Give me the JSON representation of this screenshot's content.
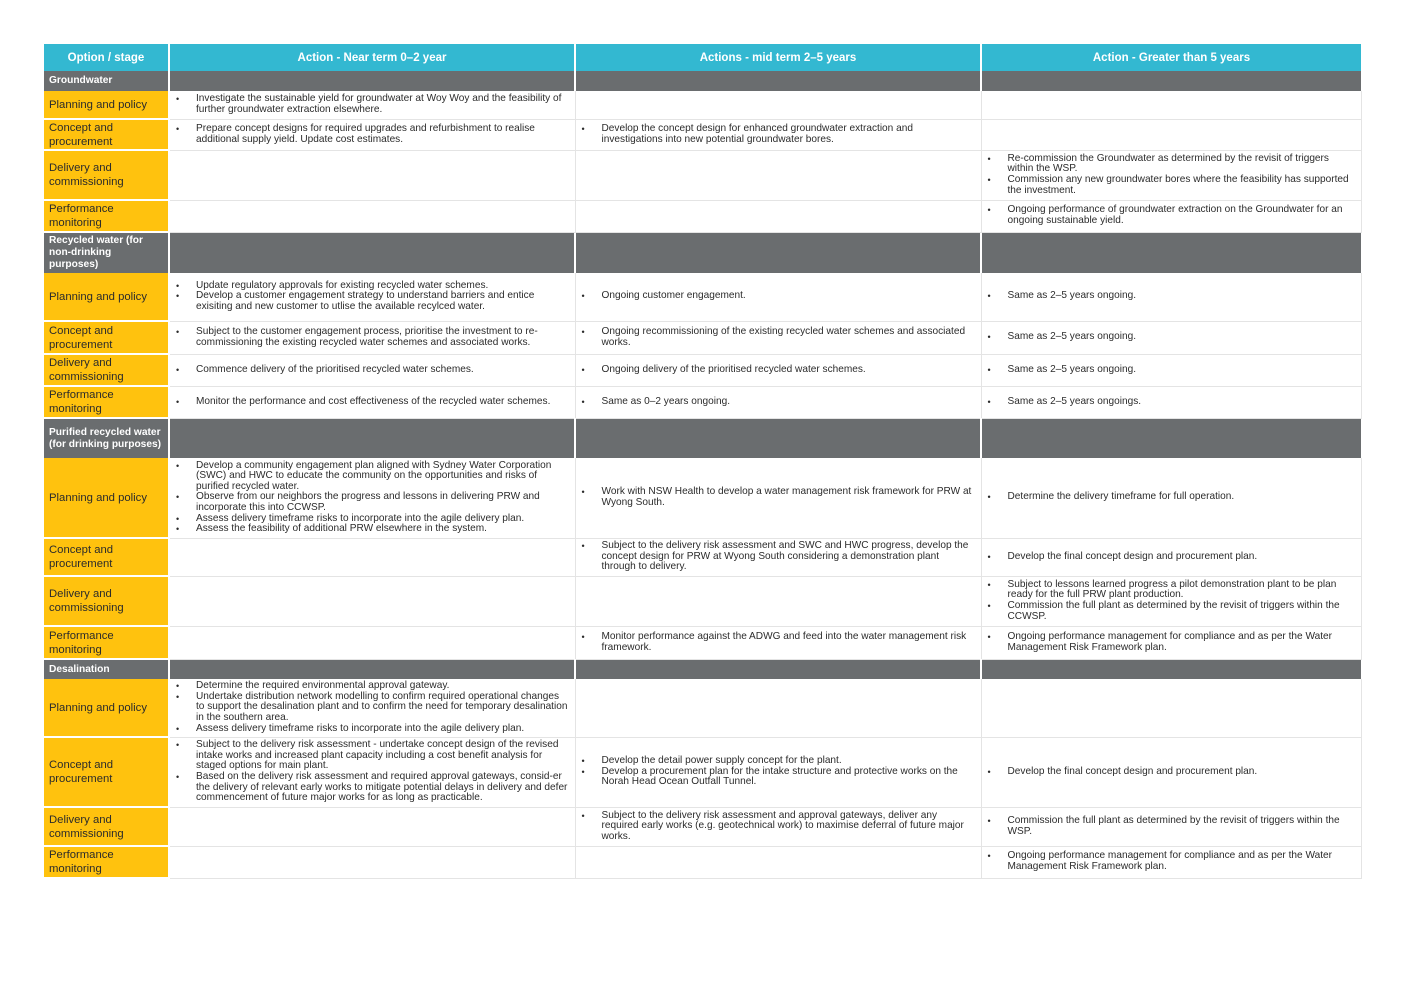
{
  "colors": {
    "header_bg": "#33b8d1",
    "section_bg": "#6a6d6f",
    "stage_bg": "#ffc20e"
  },
  "header": {
    "col0": "Option / stage",
    "col1": "Action - Near term 0–2 year",
    "col2": "Actions - mid term 2–5 years",
    "col3": "Action - Greater than 5 years"
  },
  "sections": [
    {
      "title": "Groundwater",
      "rows": [
        {
          "stage": "Planning and policy",
          "near": [
            "Investigate the sustainable yield for groundwater at Woy Woy and the feasibility of further groundwater extraction elsewhere."
          ],
          "mid": [],
          "long": []
        },
        {
          "stage": "Concept and procurement",
          "near": [
            "Prepare concept designs for required upgrades and refurbishment to realise additional supply yield. Update cost estimates."
          ],
          "mid": [
            "Develop the concept design for enhanced groundwater extraction and investigations into new potential groundwater bores."
          ],
          "long": []
        },
        {
          "stage": "Delivery and commissioning",
          "near": [],
          "mid": [],
          "long": [
            "Re-commission the Groundwater as determined by the revisit of triggers within the WSP.",
            "Commission any new groundwater bores where the feasibility has supported the investment."
          ]
        },
        {
          "stage": "Performance monitoring",
          "near": [],
          "mid": [],
          "long": [
            "Ongoing performance of groundwater extraction on the Groundwater for an ongoing sustainable yield."
          ]
        }
      ]
    },
    {
      "title": "Recycled water (for non-drinking purposes)",
      "rows": [
        {
          "stage": "Planning and policy",
          "near": [
            "Update regulatory approvals for existing recycled water schemes.",
            "Develop a customer engagement strategy to understand barriers and entice exisiting and new customer to utlise the available recylced water."
          ],
          "mid": [
            "Ongoing customer engagement."
          ],
          "long": [
            "Same as 2–5 years ongoing."
          ]
        },
        {
          "stage": "Concept and procurement",
          "near": [
            "Subject to the customer engagement process, prioritise the investment to re-commissioning the existing recycled water schemes and associated works."
          ],
          "mid": [
            "Ongoing recommissioning of the existing recycled water schemes and associated works."
          ],
          "long": [
            "Same as 2–5 years ongoing."
          ]
        },
        {
          "stage": "Delivery and commissioning",
          "near": [
            "Commence delivery of the prioritised recycled water schemes."
          ],
          "mid": [
            "Ongoing delivery of the prioritised recycled water schemes."
          ],
          "long": [
            "Same as 2–5 years ongoing."
          ]
        },
        {
          "stage": "Performance monitoring",
          "near": [
            "Monitor the performance and cost effectiveness of the recycled water schemes."
          ],
          "mid": [
            "Same as 0–2 years ongoing."
          ],
          "long": [
            "Same as 2–5 years ongoings."
          ]
        }
      ]
    },
    {
      "title": "Purified recycled water (for drinking purposes)",
      "rows": [
        {
          "stage": "Planning and policy",
          "near": [
            "Develop a community engagement plan aligned with Sydney Water Corporation (SWC) and HWC to educate the community on the opportunities and risks of purified recycled water.",
            "Observe from our neighbors the progress and lessons in delivering PRW and incorporate this into CCWSP.",
            "Assess delivery timeframe risks to incorporate into the agile delivery plan.",
            "Assess the feasibility of additional PRW elsewhere in the system."
          ],
          "mid": [
            "Work with NSW Health to develop a water management risk framework for PRW at Wyong South."
          ],
          "long": [
            "Determine the delivery timeframe for full operation."
          ]
        },
        {
          "stage": "Concept and procurement",
          "near": [],
          "mid": [
            "Subject to the delivery risk assessment and SWC and HWC progress, develop the concept design for PRW at Wyong South considering a demonstration plant through to delivery."
          ],
          "long": [
            "Develop the final concept design and procurement plan."
          ]
        },
        {
          "stage": "Delivery and commissioning",
          "near": [],
          "mid": [],
          "long": [
            "Subject to lessons learned progress a pilot demonstration plant to be plan ready for the full PRW plant production.",
            "Commission the full plant as determined by the revisit of triggers within the CCWSP."
          ]
        },
        {
          "stage": "Performance monitoring",
          "near": [],
          "mid": [
            "Monitor performance against the ADWG and feed into the water management risk framework."
          ],
          "long": [
            "Ongoing performance management for compliance and as per the Water Management Risk Framework plan."
          ]
        }
      ]
    },
    {
      "title": "Desalination",
      "rows": [
        {
          "stage": "Planning and policy",
          "near": [
            "Determine the required environmental approval gateway.",
            "Undertake distribution network modelling to confirm required operational changes to support the desalination plant and to confirm the need for temporary desalination in the southern area.",
            "Assess delivery timeframe risks to incorporate into the agile delivery plan."
          ],
          "mid": [],
          "long": []
        },
        {
          "stage": "Concept and procurement",
          "near": [
            "Subject to the delivery risk assessment - undertake concept design of the revised intake works and increased plant capacity including a cost benefit analysis for staged options for main plant.",
            "Based on the delivery risk assessment and required approval gateways, consid-er the delivery of relevant early works to mitigate potential delays in delivery and defer commencement of future major works for as long as practicable."
          ],
          "mid": [
            "Develop the detail power supply concept for the plant.",
            "Develop a procurement plan for the intake structure and protective works on the Norah Head Ocean Outfall Tunnel."
          ],
          "long": [
            "Develop the final concept design and procurement plan."
          ]
        },
        {
          "stage": "Delivery and commissioning",
          "near": [],
          "mid": [
            "Subject to the delivery risk assessment and approval gateways, deliver any required early works (e.g. geotechnical work) to maximise deferral of future major works."
          ],
          "long": [
            "Commission the full plant as determined by the revisit of triggers within the WSP."
          ]
        },
        {
          "stage": "Performance monitoring",
          "near": [],
          "mid": [],
          "long": [
            "Ongoing performance management for compliance and as per the Water Management Risk Framework plan."
          ]
        }
      ]
    }
  ]
}
